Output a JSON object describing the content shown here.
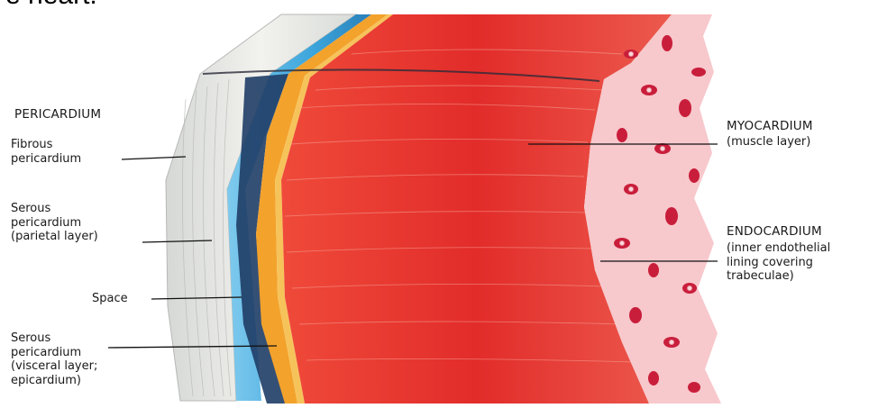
{
  "top_fragment": "e heart.",
  "labels": {
    "pericardium": "PERICARDIUM",
    "fibrous": "Fibrous\npericardium",
    "serous_parietal": "Serous\npericardium\n(parietal layer)",
    "space": "Space",
    "serous_visceral": "Serous\npericardium\n(visceral layer;\nepicardium)",
    "myocardium_title": "MYOCARDIUM",
    "myocardium_sub": "(muscle layer)",
    "endocardium_title": "ENDOCARDIUM",
    "endocardium_sub": "(inner endothelial\nlining covering\ntrabeculae)"
  },
  "colors": {
    "fibrous": "#e6e6e2",
    "parietal": "#4fb3e0",
    "space": "#1e3a60",
    "epicardium": "#f2a02a",
    "myocardium": "#e4302c",
    "endocardium": "#f6c4c8",
    "trabeculae": "#c81e3a"
  }
}
